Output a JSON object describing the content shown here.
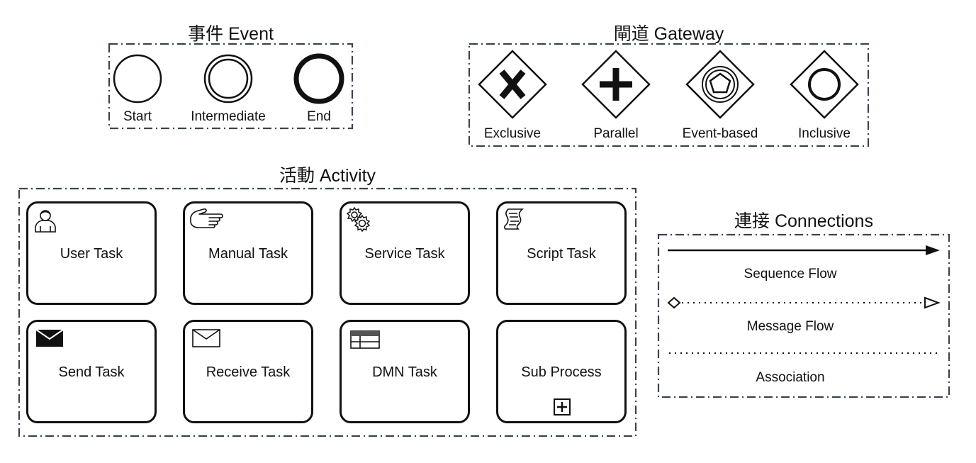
{
  "event": {
    "title": "事件 Event",
    "items": [
      {
        "label": "Start"
      },
      {
        "label": "Intermediate"
      },
      {
        "label": "End"
      }
    ]
  },
  "gateway": {
    "title": "閘道 Gateway",
    "items": [
      {
        "label": "Exclusive"
      },
      {
        "label": "Parallel"
      },
      {
        "label": "Event-based"
      },
      {
        "label": "Inclusive"
      }
    ]
  },
  "activity": {
    "title": "活動 Activity",
    "tasks": [
      {
        "label": "User Task",
        "icon": "user-icon"
      },
      {
        "label": "Manual Task",
        "icon": "hand-icon"
      },
      {
        "label": "Service Task",
        "icon": "gear-icon"
      },
      {
        "label": "Script Task",
        "icon": "script-icon"
      },
      {
        "label": "Send Task",
        "icon": "filled-envelope-icon"
      },
      {
        "label": "Receive Task",
        "icon": "envelope-icon"
      },
      {
        "label": "DMN Task",
        "icon": "table-icon"
      },
      {
        "label": "Sub Process",
        "icon": "plus-box-icon"
      }
    ]
  },
  "connections": {
    "title": "連接 Connections",
    "items": [
      {
        "label": "Sequence Flow"
      },
      {
        "label": "Message Flow"
      },
      {
        "label": "Association"
      }
    ]
  },
  "colors": {
    "stroke": "#111111",
    "frame": "#3a4350"
  }
}
